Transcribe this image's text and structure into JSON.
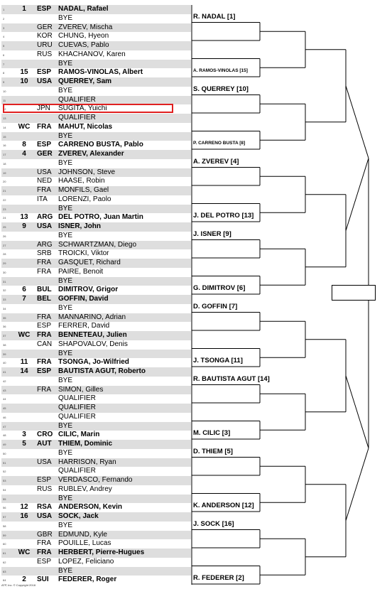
{
  "entries": [
    {
      "num": "1",
      "seed": "1",
      "country": "ESP",
      "name": "NADAL, Rafael"
    },
    {
      "num": "2",
      "seed": "",
      "country": "",
      "name": "BYE"
    },
    {
      "num": "3",
      "seed": "",
      "country": "GER",
      "name": "ZVEREV, Mischa"
    },
    {
      "num": "4",
      "seed": "",
      "country": "KOR",
      "name": "CHUNG, Hyeon"
    },
    {
      "num": "5",
      "seed": "",
      "country": "URU",
      "name": "CUEVAS, Pablo"
    },
    {
      "num": "6",
      "seed": "",
      "country": "RUS",
      "name": "KHACHANOV, Karen"
    },
    {
      "num": "7",
      "seed": "",
      "country": "",
      "name": "BYE"
    },
    {
      "num": "8",
      "seed": "15",
      "country": "ESP",
      "name": "RAMOS-VINOLAS, Albert"
    },
    {
      "num": "9",
      "seed": "10",
      "country": "USA",
      "name": "QUERREY, Sam"
    },
    {
      "num": "10",
      "seed": "",
      "country": "",
      "name": "BYE"
    },
    {
      "num": "11",
      "seed": "",
      "country": "",
      "name": "QUALIFIER"
    },
    {
      "num": "12",
      "seed": "",
      "country": "JPN",
      "name": "SUGITA, Yuichi"
    },
    {
      "num": "13",
      "seed": "",
      "country": "",
      "name": "QUALIFIER"
    },
    {
      "num": "14",
      "seed": "WC",
      "country": "FRA",
      "name": "MAHUT, Nicolas"
    },
    {
      "num": "15",
      "seed": "",
      "country": "",
      "name": "BYE"
    },
    {
      "num": "16",
      "seed": "8",
      "country": "ESP",
      "name": "CARRENO BUSTA, Pablo"
    },
    {
      "num": "17",
      "seed": "4",
      "country": "GER",
      "name": "ZVEREV, Alexander"
    },
    {
      "num": "18",
      "seed": "",
      "country": "",
      "name": "BYE"
    },
    {
      "num": "19",
      "seed": "",
      "country": "USA",
      "name": "JOHNSON, Steve"
    },
    {
      "num": "20",
      "seed": "",
      "country": "NED",
      "name": "HAASE, Robin"
    },
    {
      "num": "21",
      "seed": "",
      "country": "FRA",
      "name": "MONFILS, Gael"
    },
    {
      "num": "22",
      "seed": "",
      "country": "ITA",
      "name": "LORENZI, Paolo"
    },
    {
      "num": "23",
      "seed": "",
      "country": "",
      "name": "BYE"
    },
    {
      "num": "24",
      "seed": "13",
      "country": "ARG",
      "name": "DEL POTRO, Juan Martin"
    },
    {
      "num": "25",
      "seed": "9",
      "country": "USA",
      "name": "ISNER, John"
    },
    {
      "num": "26",
      "seed": "",
      "country": "",
      "name": "BYE"
    },
    {
      "num": "27",
      "seed": "",
      "country": "ARG",
      "name": "SCHWARTZMAN, Diego"
    },
    {
      "num": "28",
      "seed": "",
      "country": "SRB",
      "name": "TROICKI, Viktor"
    },
    {
      "num": "29",
      "seed": "",
      "country": "FRA",
      "name": "GASQUET, Richard"
    },
    {
      "num": "30",
      "seed": "",
      "country": "FRA",
      "name": "PAIRE, Benoit"
    },
    {
      "num": "31",
      "seed": "",
      "country": "",
      "name": "BYE"
    },
    {
      "num": "32",
      "seed": "6",
      "country": "BUL",
      "name": "DIMITROV, Grigor"
    },
    {
      "num": "33",
      "seed": "7",
      "country": "BEL",
      "name": "GOFFIN, David"
    },
    {
      "num": "34",
      "seed": "",
      "country": "",
      "name": "BYE"
    },
    {
      "num": "35",
      "seed": "",
      "country": "FRA",
      "name": "MANNARINO, Adrian"
    },
    {
      "num": "36",
      "seed": "",
      "country": "ESP",
      "name": "FERRER, David"
    },
    {
      "num": "37",
      "seed": "WC",
      "country": "FRA",
      "name": "BENNETEAU, Julien"
    },
    {
      "num": "38",
      "seed": "",
      "country": "CAN",
      "name": "SHAPOVALOV, Denis"
    },
    {
      "num": "39",
      "seed": "",
      "country": "",
      "name": "BYE"
    },
    {
      "num": "40",
      "seed": "11",
      "country": "FRA",
      "name": "TSONGA, Jo-Wilfried"
    },
    {
      "num": "41",
      "seed": "14",
      "country": "ESP",
      "name": "BAUTISTA AGUT, Roberto"
    },
    {
      "num": "42",
      "seed": "",
      "country": "",
      "name": "BYE"
    },
    {
      "num": "43",
      "seed": "",
      "country": "FRA",
      "name": "SIMON, Gilles"
    },
    {
      "num": "44",
      "seed": "",
      "country": "",
      "name": "QUALIFIER"
    },
    {
      "num": "45",
      "seed": "",
      "country": "",
      "name": "QUALIFIER"
    },
    {
      "num": "46",
      "seed": "",
      "country": "",
      "name": "QUALIFIER"
    },
    {
      "num": "47",
      "seed": "",
      "country": "",
      "name": "BYE"
    },
    {
      "num": "48",
      "seed": "3",
      "country": "CRO",
      "name": "CILIC, Marin"
    },
    {
      "num": "49",
      "seed": "5",
      "country": "AUT",
      "name": "THIEM, Dominic"
    },
    {
      "num": "50",
      "seed": "",
      "country": "",
      "name": "BYE"
    },
    {
      "num": "51",
      "seed": "",
      "country": "USA",
      "name": "HARRISON, Ryan"
    },
    {
      "num": "52",
      "seed": "",
      "country": "",
      "name": "QUALIFIER"
    },
    {
      "num": "53",
      "seed": "",
      "country": "ESP",
      "name": "VERDASCO, Fernando"
    },
    {
      "num": "54",
      "seed": "",
      "country": "RUS",
      "name": "RUBLEV, Andrey"
    },
    {
      "num": "55",
      "seed": "",
      "country": "",
      "name": "BYE"
    },
    {
      "num": "56",
      "seed": "12",
      "country": "RSA",
      "name": "ANDERSON, Kevin"
    },
    {
      "num": "57",
      "seed": "16",
      "country": "USA",
      "name": "SOCK, Jack"
    },
    {
      "num": "58",
      "seed": "",
      "country": "",
      "name": "BYE"
    },
    {
      "num": "59",
      "seed": "",
      "country": "GBR",
      "name": "EDMUND, Kyle"
    },
    {
      "num": "60",
      "seed": "",
      "country": "FRA",
      "name": "POUILLE, Lucas"
    },
    {
      "num": "61",
      "seed": "WC",
      "country": "FRA",
      "name": "HERBERT, Pierre-Hugues"
    },
    {
      "num": "62",
      "seed": "",
      "country": "ESP",
      "name": "LOPEZ, Feliciano"
    },
    {
      "num": "63",
      "seed": "",
      "country": "",
      "name": "BYE"
    },
    {
      "num": "64",
      "seed": "2",
      "country": "SUI",
      "name": "FEDERER, Roger"
    }
  ],
  "round2": [
    "R. NADAL [1]",
    "",
    "",
    "A. RAMOS-VINOLAS [15]",
    "S. QUERREY [10]",
    "",
    "",
    "P. CARRENO BUSTA [8]",
    "A. ZVEREV [4]",
    "",
    "",
    "J. DEL POTRO [13]",
    "J. ISNER [9]",
    "",
    "",
    "G. DIMITROV [6]",
    "D. GOFFIN [7]",
    "",
    "",
    "J. TSONGA [11]",
    "R. BAUTISTA AGUT [14]",
    "",
    "",
    "M. CILIC [3]",
    "D. THIEM [5]",
    "",
    "",
    "K. ANDERSON [12]",
    "J. SOCK [16]",
    "",
    "",
    "R. FEDERER [2]"
  ],
  "highlighted_entry": "SUGITA, Yuichi",
  "copyright": "ATP, Inc. © Copyright 2018",
  "colors": {
    "shade": "#dedede",
    "highlight": "#e02020"
  }
}
